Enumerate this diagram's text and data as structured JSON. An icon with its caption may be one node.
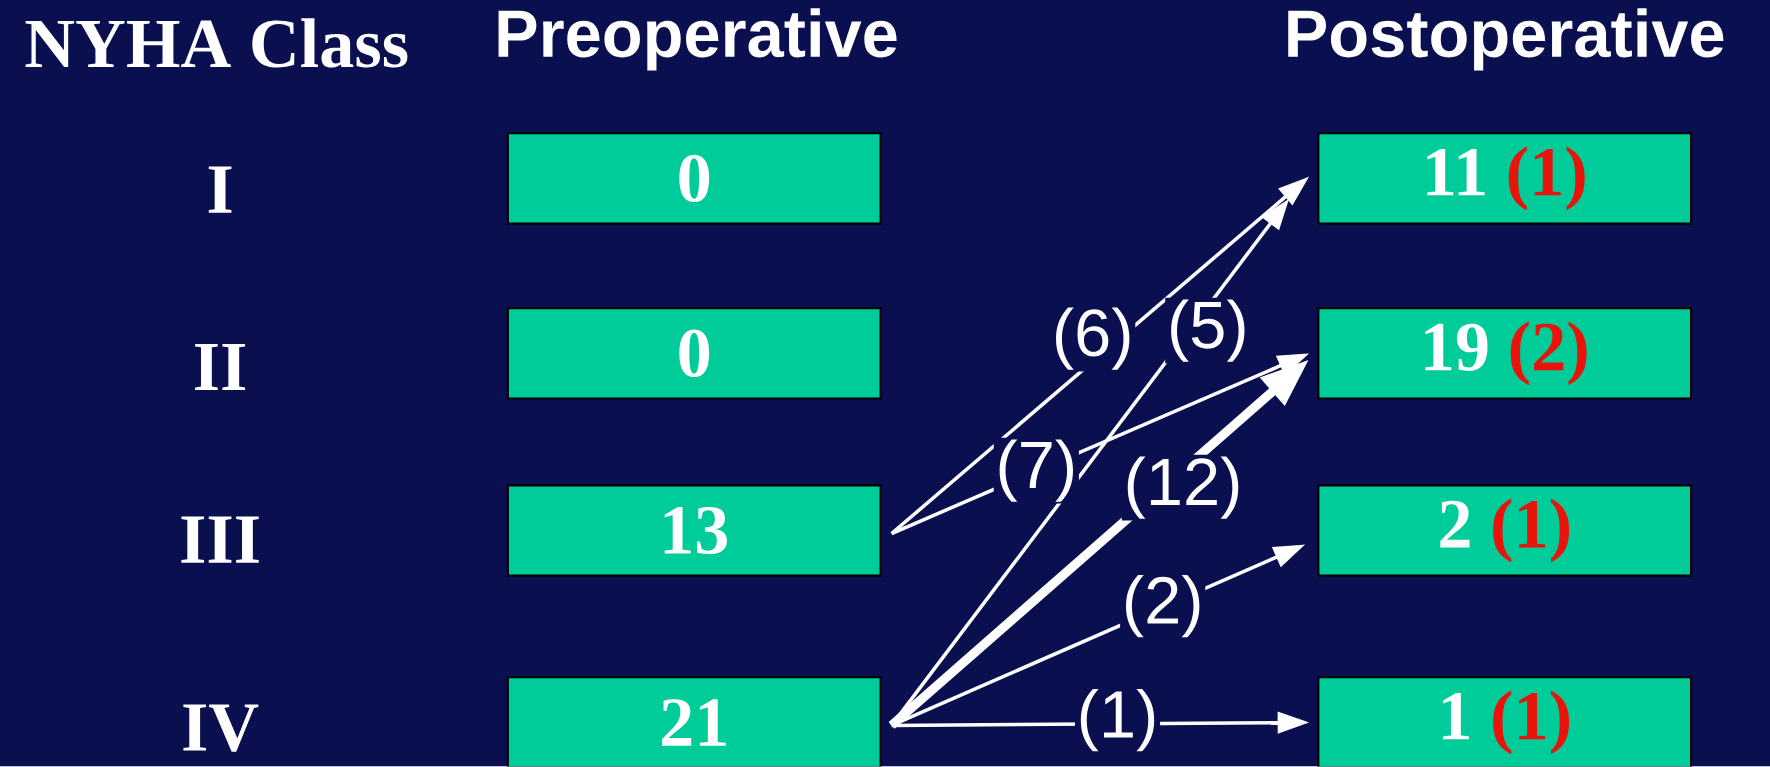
{
  "diagram": {
    "nodes": [
      {
        "text": [
          "0"
        ]
      },
      {
        "text": [
          "11",
          "(1)"
        ]
      },
      {
        "text": [
          "0"
        ]
      },
      {
        "text": [
          "19",
          "(2)"
        ]
      },
      {
        "text": [
          "13"
        ]
      },
      {
        "text": [
          "2",
          "(1)"
        ]
      },
      {
        "text": [
          "21"
        ]
      },
      {
        "text": [
          "1",
          "(1)"
        ]
      }
    ],
    "edges": [
      {
        "from": 4,
        "to": 1,
        "arrow": "to",
        "label": "(6)"
      },
      {
        "from": 4,
        "to": 3,
        "arrow": "to",
        "label": "(7)"
      },
      {
        "from": 6,
        "to": 1,
        "arrow": "to",
        "label": "(5)"
      },
      {
        "from": 6,
        "to": 3,
        "arrow": "to",
        "label": "(12)",
        "style": "thick"
      },
      {
        "from": 6,
        "to": 5,
        "arrow": "to",
        "label": "(2)"
      },
      {
        "from": 6,
        "to": 7,
        "arrow": "to",
        "label": "(1)"
      }
    ],
    "labels": [
      "NYHA Class",
      "Preoperative",
      "Postoperative",
      "I",
      "II",
      "III",
      "IV"
    ]
  }
}
